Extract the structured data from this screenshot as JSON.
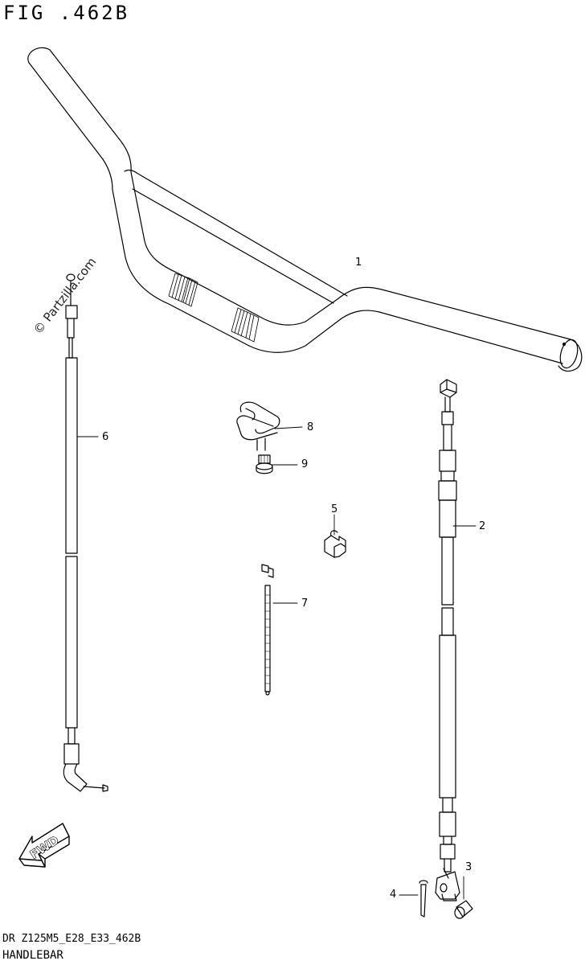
{
  "title": "FIG .462B",
  "footer": {
    "code": "DR Z125M5_E28_E33_462B",
    "name": "HANDLEBAR"
  },
  "watermark": "© Partzilla.com",
  "fwd_label": "FWD",
  "callouts": [
    "1",
    "2",
    "3",
    "4",
    "5",
    "6",
    "7",
    "8",
    "9"
  ]
}
